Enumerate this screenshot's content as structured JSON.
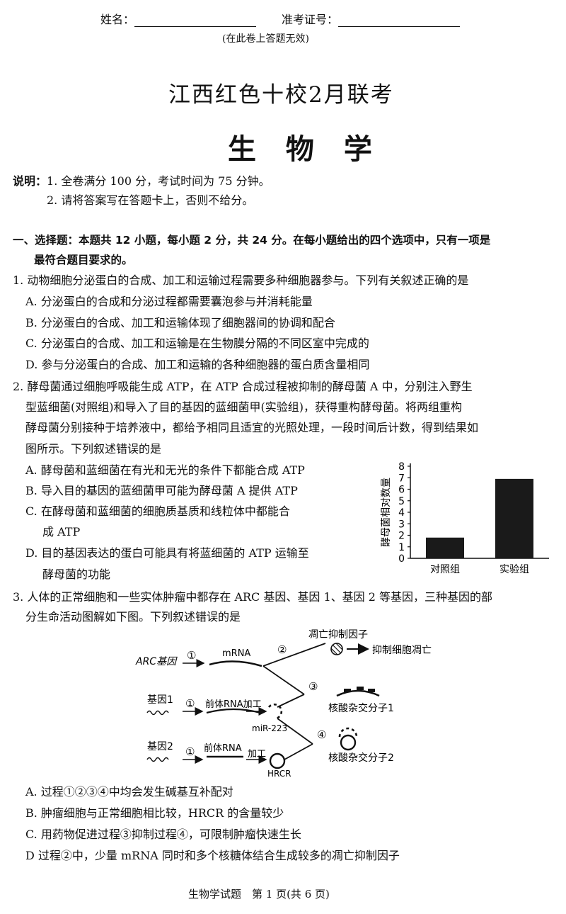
{
  "header": {
    "name_label": "姓名：",
    "exam_no_label": "准考证号：",
    "note": "(在此卷上答题无效)"
  },
  "exam_title": "江西红色十校2月联考",
  "subject_title": "生 物 学",
  "instructions": {
    "label": "说明：",
    "item1": "1. 全卷满分 100 分，考试时间为 75 分钟。",
    "item2": "2. 请将答案写在答题卡上，否则不给分。"
  },
  "section1": {
    "line1": "一、选择题：本题共 12 小题，每小题 2 分，共 24 分。在每小题给出的四个选项中，只有一项是",
    "line2": "最符合题目要求的。"
  },
  "q1": {
    "stem": "1. 动物细胞分泌蛋白的合成、加工和运输过程需要多种细胞器参与。下列有关叙述正确的是",
    "A": "A. 分泌蛋白的合成和分泌过程都需要囊泡参与并消耗能量",
    "B": "B. 分泌蛋白的合成、加工和运输体现了细胞器间的协调和配合",
    "C": "C. 分泌蛋白的合成、加工和运输是在生物膜分隔的不同区室中完成的",
    "D": "D. 参与分泌蛋白的合成、加工和运输的各种细胞器的蛋白质含量相同"
  },
  "q2": {
    "stem1": "2. 酵母菌通过细胞呼吸能生成 ATP，在 ATP 合成过程被抑制的酵母菌 A 中，分别注入野生",
    "stem2": "型蓝细菌(对照组)和导入了目的基因的蓝细菌甲(实验组)，获得重构酵母菌。将两组重构",
    "stem3": "酵母菌分别接种于培养液中，都给予相同且适宜的光照处理，一段时间后计数，得到结果如",
    "stem4": "图所示。下列叙述错误的是",
    "A": "A. 酵母菌和蓝细菌在有光和无光的条件下都能合成 ATP",
    "B": "B. 导入目的基因的蓝细菌甲可能为酵母菌 A 提供 ATP",
    "C1": "C. 在酵母菌和蓝细菌的细胞质基质和线粒体中都能合",
    "C2": "成 ATP",
    "D1": "D. 目的基因表达的蛋白可能具有将蓝细菌的 ATP 运输至",
    "D2": "酵母菌的功能"
  },
  "chart_data": {
    "type": "bar",
    "categories": [
      "对照组",
      "实验组"
    ],
    "values": [
      1.8,
      6.9
    ],
    "ylabel": "酵母菌相对数量",
    "xlabel": "",
    "ylim": [
      0,
      8
    ],
    "yticks": [
      "0",
      "1",
      "2",
      "3",
      "4",
      "5",
      "6",
      "7",
      "8"
    ],
    "bar_color": "#1a1a1a"
  },
  "q3": {
    "stem1": "3. 人体的正常细胞和一些实体肿瘤中都存在 ARC 基因、基因 1、基因 2 等基因，三种基因的部",
    "stem2": "分生命活动图解如下图。下列叙述错误的是",
    "A": "A. 过程①②③④中均会发生碱基互补配对",
    "B": "B. 肿瘤细胞与正常细胞相比较，HRCR 的含量较少",
    "C": "C. 用药物促进过程③抑制过程④，可限制肿瘤快速生长",
    "D": "D 过程②中，少量 mRNA 同时和多个核糖体结合生成较多的凋亡抑制因子"
  },
  "diagram": {
    "arc_gene": "ARC基因",
    "gene1": "基因1",
    "gene2": "基因2",
    "mrna": "mRNA",
    "pre_rna_1": "前体RNA加工",
    "pre_rna_2": "前体RNA",
    "processing": "加工",
    "mir": "miR-223",
    "hrcr": "HRCR",
    "apoptosis_inhibitor": "凋亡抑制因子",
    "inhibit_apoptosis": "抑制细胞凋亡",
    "hybrid1": "核酸杂交分子1",
    "hybrid2": "核酸杂交分子2",
    "n1": "①",
    "n2": "②",
    "n3": "③",
    "n4": "④"
  },
  "footer": "生物学试题　第 1 页(共 6 页)"
}
